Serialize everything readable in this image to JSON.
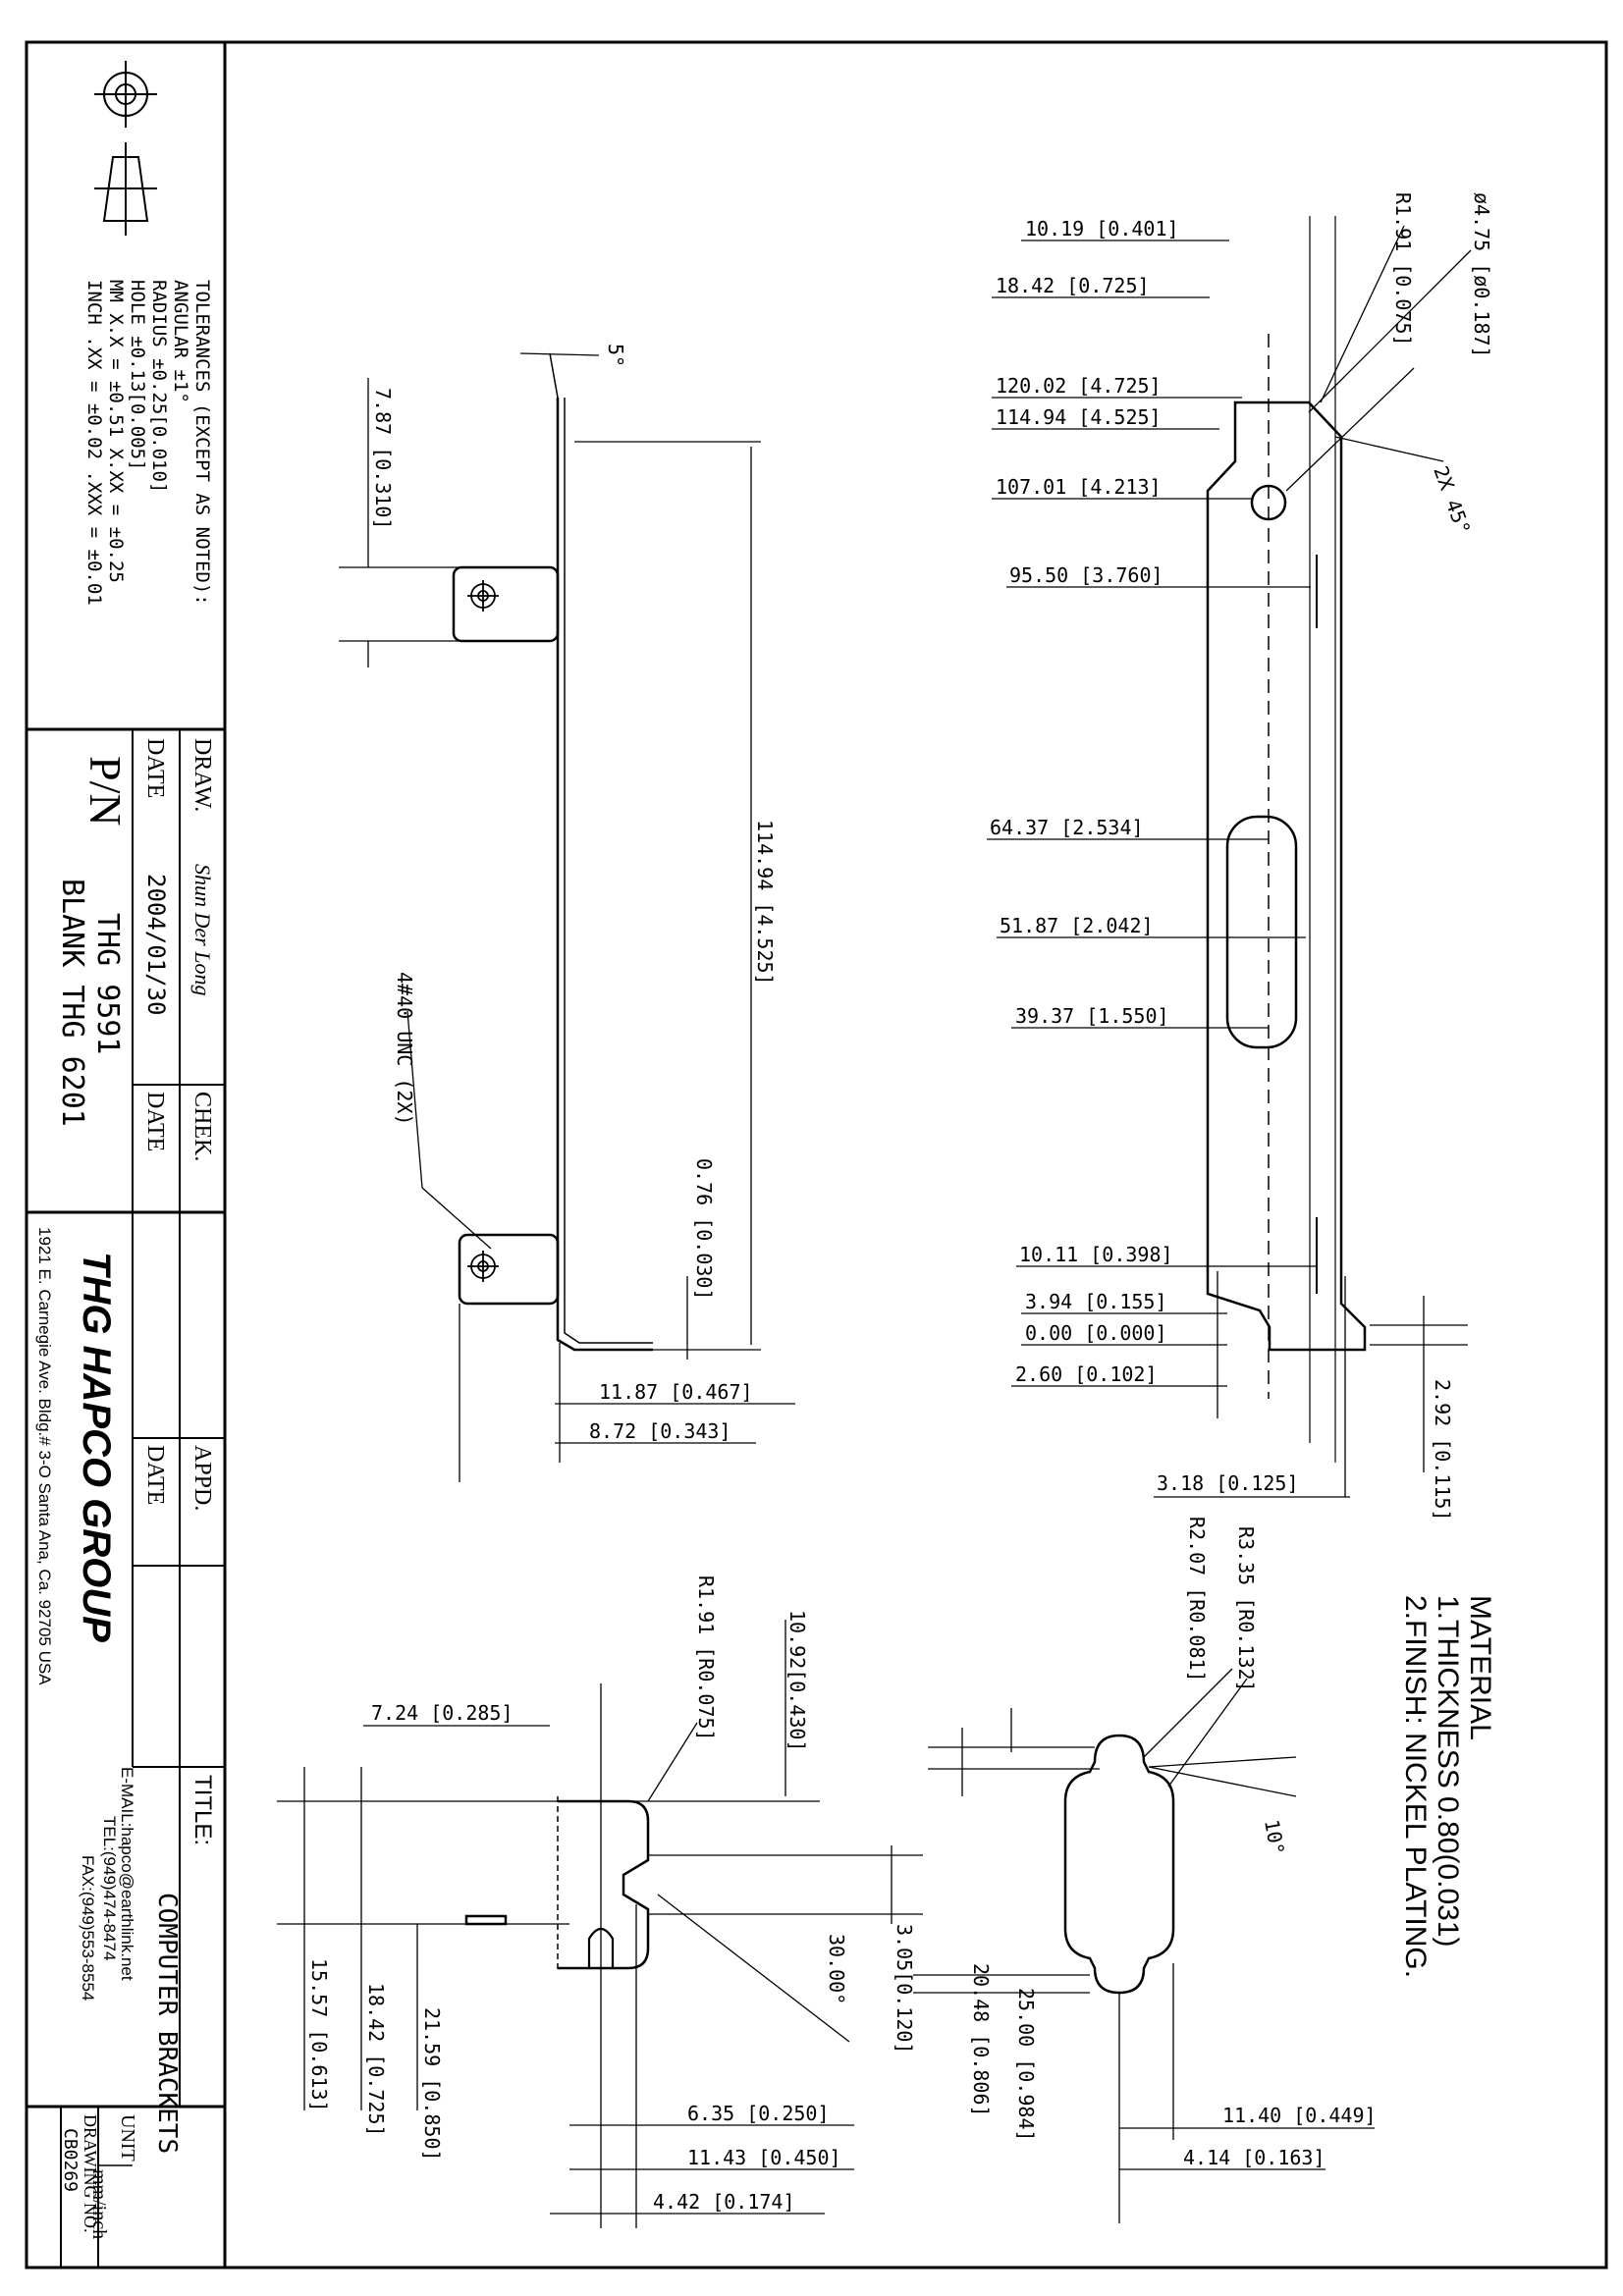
{
  "tolerances": {
    "title": "TOLERANCES (EXCEPT AS NOTED):",
    "angular": "ANGULAR ±1°",
    "radius": "RADIUS ±0.25[0.010]",
    "hole": "HOLE ±0.13[0.005]",
    "mm": "MM X.X = ±0.51 X.XX = ±0.25",
    "inch": "INCH .XX = ±0.02 .XXX = ±0.01"
  },
  "title_block": {
    "draw_label": "DRAW.",
    "draw_signature": "Shun Der Long",
    "date_label": "DATE",
    "date_value": "2004/01/30",
    "chek_label": "CHEK.",
    "chek_date_label": "DATE",
    "appd_label": "APPD.",
    "appd_date_label": "DATE",
    "title_label": "TITLE:",
    "title_value": "COMPUTER BRACKETS",
    "unit_label": "UNIT",
    "unit_value": "mm/inch",
    "drawing_no_label": "DRAWING NO.",
    "drawing_no_value": "CB0269",
    "pn_label": "P/N",
    "pn_line1": "THG 9591",
    "pn_line2": "BLANK THG 6201",
    "company": "THG HAPCO GROUP",
    "address": "1921 E. Carnegie Ave. Bldg.# 3-O Santa Ana, Ca. 92705 USA",
    "email": "E-MAIL:hapco@earthlink.net",
    "tel": "TEL:(949)474-8474",
    "fax": "FAX:(949)553-8554"
  },
  "material": {
    "heading": "MATERIAL",
    "line1": "1.THICKNESS 0.80(0.031)",
    "line2": "2.FINISH: NICKEL PLATING."
  },
  "flat_view": {
    "d_10_19": "10.19 [0.401]",
    "d_18_42": "18.42 [0.725]",
    "d_120_02": "120.02 [4.725]",
    "d_114_94": "114.94 [4.525]",
    "d_107_01": "107.01 [4.213]",
    "d_95_50": "95.50 [3.760]",
    "d_64_37": "64.37 [2.534]",
    "d_51_87": "51.87 [2.042]",
    "d_39_37": "39.37 [1.550]",
    "d_10_11": "10.11 [0.398]",
    "d_3_94": "3.94 [0.155]",
    "d_0_00": "0.00 [0.000]",
    "d_2_60": "2.60 [0.102]",
    "d_3_18": "3.18 [0.125]",
    "d_2_92": "2.92 [0.115]",
    "d_r1_91": "R1.91 [0.075]",
    "d_dia": "ø4.75 [ø0.187]",
    "d_chamfer": "2X 45°"
  },
  "side_view": {
    "angle": "5°",
    "d_7_87": "7.87 [0.310]",
    "d_114_94": "114.94 [4.525]",
    "d_0_76": "0.76 [0.030]",
    "d_11_87": "11.87 [0.467]",
    "d_8_72": "8.72 [0.343]",
    "thread": "4#40 UNC (2X)"
  },
  "detail_a": {
    "d_7_24": "7.24 [0.285]",
    "d_r1_91": "R1.91 [R0.075]",
    "d_10_92": "10.92[0.430]",
    "d_30": "30.00°",
    "d_3_05": "3.05[0.120]",
    "d_15_57": "15.57 [0.613]",
    "d_18_42": "18.42 [0.725]",
    "d_21_59": "21.59 [0.850]",
    "d_6_35": "6.35 [0.250]",
    "d_11_43": "11.43 [0.450]",
    "d_4_42": "4.42 [0.174]"
  },
  "detail_b": {
    "d_r3_35": "R3.35 [R0.132]",
    "d_r2_07": "R2.07 [R0.081]",
    "d_10deg": "10°",
    "d_20_48": "20.48 [0.806]",
    "d_25_00": "25.00 [0.984]",
    "d_11_40": "11.40 [0.449]",
    "d_4_14": "4.14 [0.163]"
  }
}
